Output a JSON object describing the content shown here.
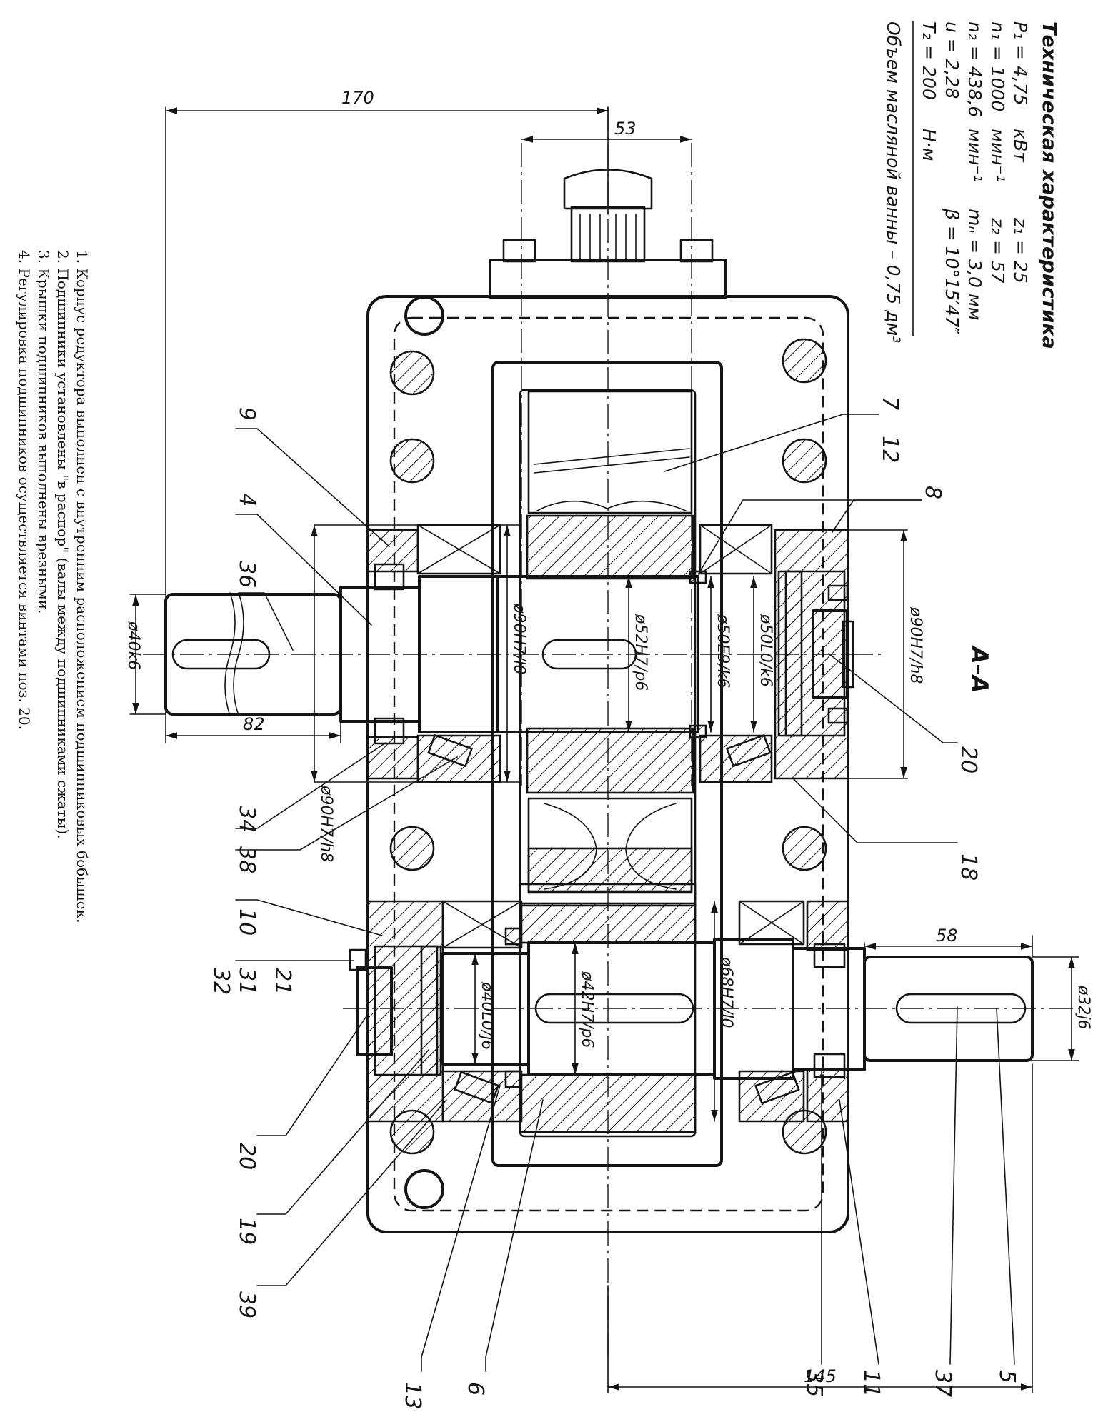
{
  "section_label": "A–A",
  "spec": {
    "title": "Техническая характеристика",
    "rows": [
      {
        "left": "P₁ = 4,75",
        "unit": "кВт",
        "right": "z₁ = 25"
      },
      {
        "left": "n₁ = 1000",
        "unit": "мин⁻¹",
        "right": "z₂ = 57"
      },
      {
        "left": "n₂ = 438,6",
        "unit": "мин⁻¹",
        "right": "mₙ = 3,0 мм"
      },
      {
        "left": "u = 2,28",
        "unit": "",
        "right": "β = 10°15′47″"
      },
      {
        "left": "T₂ = 200",
        "unit": "Н·м",
        "right": ""
      }
    ],
    "oil_volume": "Объем масляной ванны – 0,75 дм³"
  },
  "notes": [
    "1. Корпус редуктора выполнен с внутренним расположением подшипниковых бобышек.",
    "2. Подшипники установлены \"в распор\" (валы между подшипниками сжаты).",
    "3. Крышки подшипников выполнены врезными.",
    "4. Регулировка подшипников осуществляется винтами поз. 20."
  ],
  "dimensions": {
    "d170": "170",
    "d53": "53",
    "d82": "82",
    "d58": "58",
    "d145": "145",
    "fit_40k6": "ø40k6",
    "fit_90H7_l0_top": "ø90H7/l0",
    "fit_52H7_p6": "ø52H7/p6",
    "fit_50E9_k6": "ø50E9/k6",
    "fit_50L0_k6": "ø50L0/k6",
    "fit_90H7_h8_top": "ø90H7/h8",
    "fit_90H7_h8_bottom": "ø90H7/h8",
    "fit_40L0_j6": "ø40L0/j6",
    "fit_42H7_p6": "ø42H7/p6",
    "fit_68H7_l0": "ø68H7/l0",
    "fit_32j6": "ø32j6"
  },
  "callouts": {
    "c9": "9",
    "c4": "4",
    "c36": "36",
    "c34": "34",
    "c38": "38",
    "c10": "10",
    "c21": "21",
    "c31": "31",
    "c32": "32",
    "c20b": "20",
    "c19": "19",
    "c39": "39",
    "c13": "13",
    "c6": "6",
    "c7": "7",
    "c12": "12",
    "c8": "8",
    "c20a": "20",
    "c18": "18",
    "c35": "35",
    "c11": "11",
    "c37": "37",
    "c5": "5"
  }
}
